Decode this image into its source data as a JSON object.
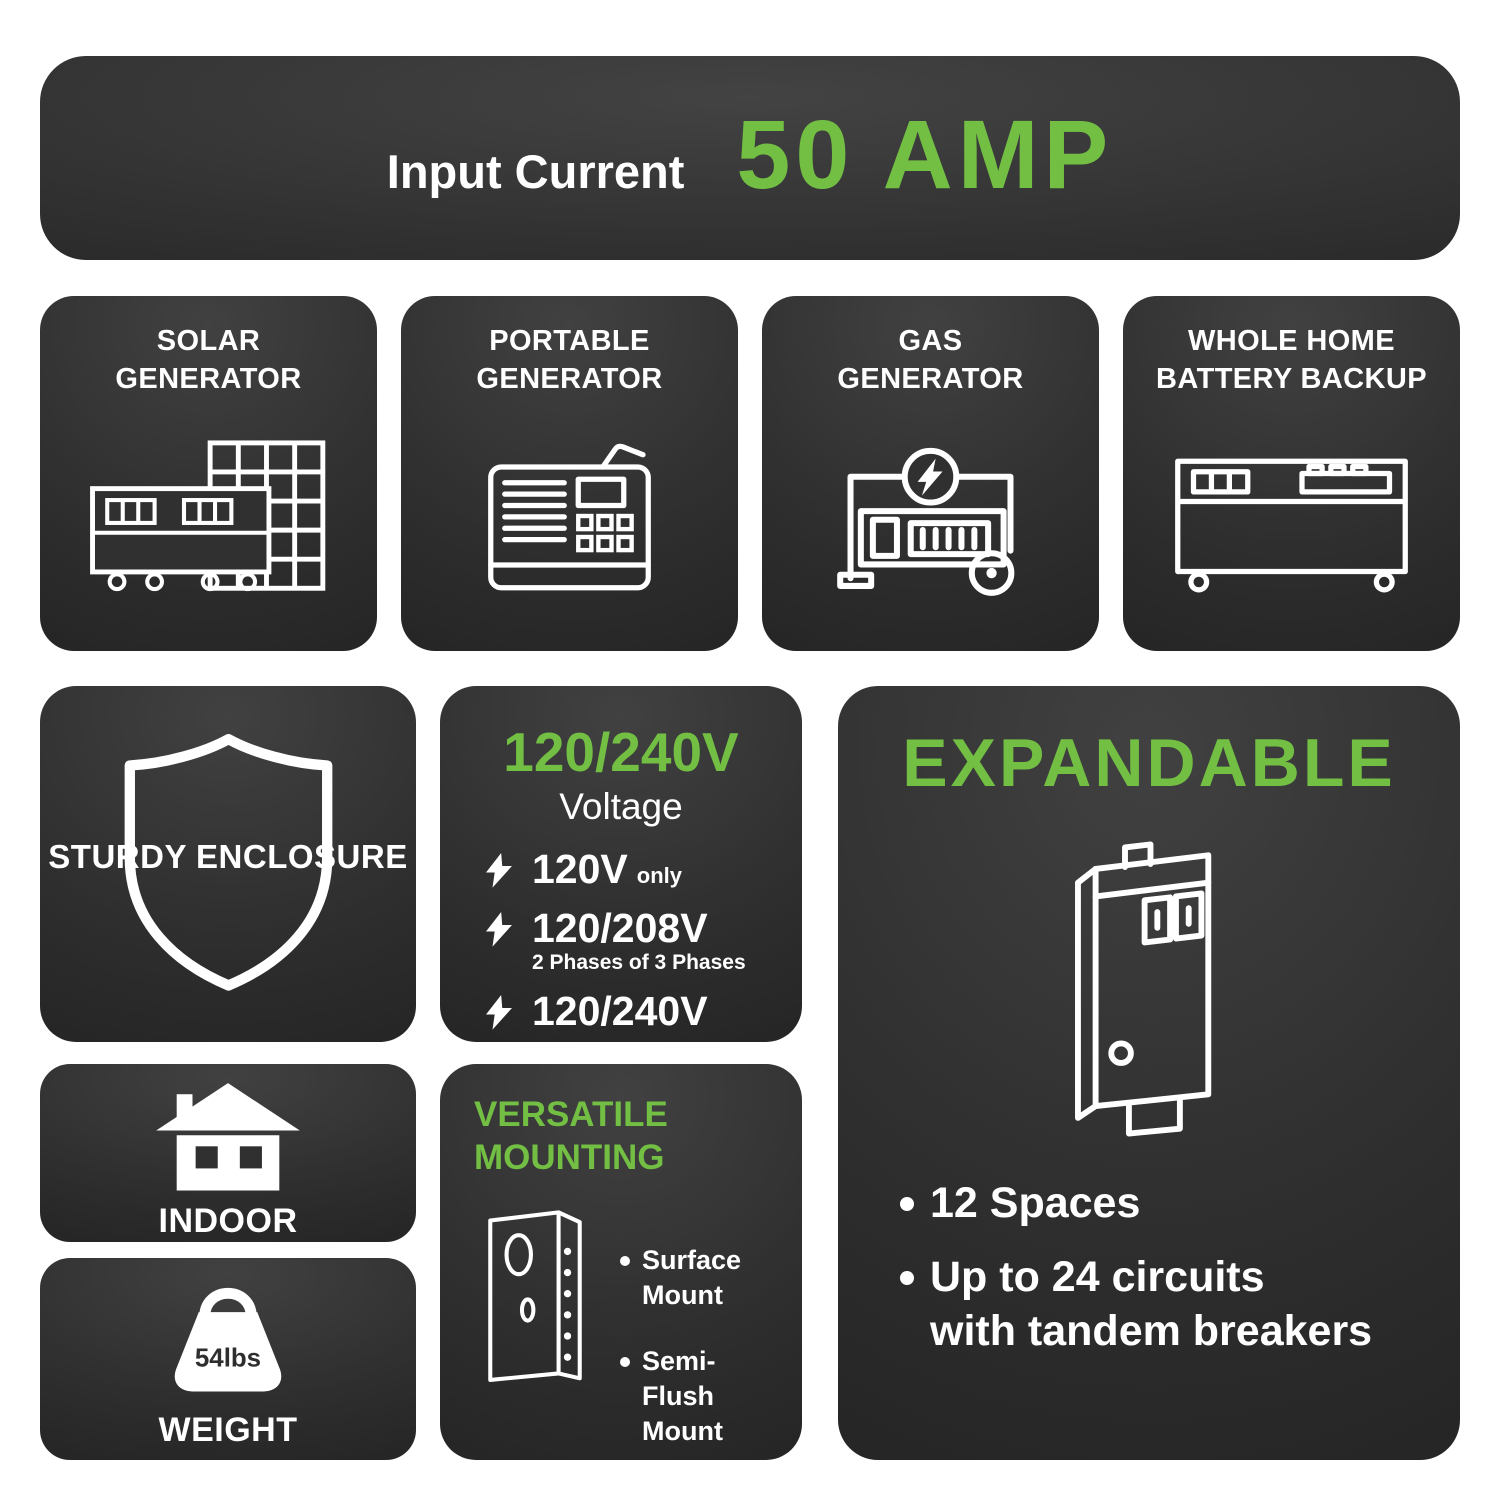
{
  "colors": {
    "accent_green": "#72BF44",
    "card_background": "#2E2E2E",
    "text_white": "#FFFFFF",
    "page_background": "#FFFFFF"
  },
  "banner": {
    "label": "Input Current",
    "value": "50 AMP"
  },
  "source_cards": [
    {
      "icon": "solar-generator-icon",
      "title": "SOLAR\nGENERATOR"
    },
    {
      "icon": "portable-generator-icon",
      "title": "PORTABLE\nGENERATOR"
    },
    {
      "icon": "gas-generator-icon",
      "title": "GAS\nGENERATOR"
    },
    {
      "icon": "whole-home-battery-icon",
      "title": "WHOLE HOME\nBATTERY BACKUP"
    }
  ],
  "enclosure_card": {
    "icon": "shield-icon",
    "label": "STURDY ENCLOSURE"
  },
  "voltage_card": {
    "value": "120/240V",
    "label": "Voltage",
    "options": [
      {
        "icon": "lightning-bolt-icon",
        "main": "120V",
        "suffix": "only",
        "sub": ""
      },
      {
        "icon": "lightning-bolt-icon",
        "main": "120/208V",
        "suffix": "",
        "sub": "2 Phases of 3 Phases"
      },
      {
        "icon": "lightning-bolt-icon",
        "main": "120/240V",
        "suffix": "",
        "sub": ""
      }
    ]
  },
  "expandable_card": {
    "title": "EXPANDABLE",
    "icon": "circuit-breaker-icon",
    "bullets": [
      "12 Spaces",
      "Up to 24 circuits\nwith tandem breakers"
    ]
  },
  "indoor_card": {
    "icon": "house-icon",
    "label": "INDOOR"
  },
  "weight_card": {
    "icon": "weight-icon",
    "value": "54lbs",
    "label": "WEIGHT"
  },
  "mounting_card": {
    "title": "VERSATILE\nMOUNTING",
    "icon": "mounting-panel-icon",
    "bullets": [
      "Surface Mount",
      "Semi-Flush\nMount"
    ]
  }
}
